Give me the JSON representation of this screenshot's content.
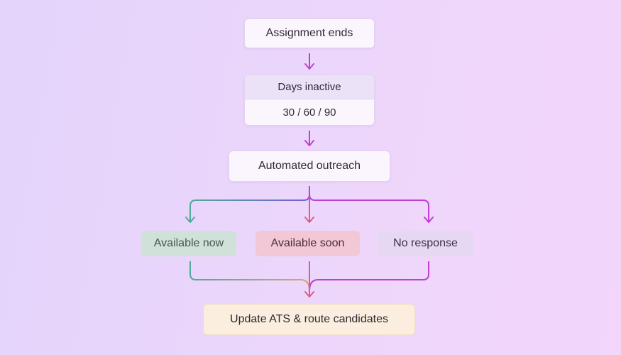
{
  "diagram": {
    "nodes": {
      "assignment_ends": "Assignment ends",
      "days_inactive_title": "Days inactive",
      "days_inactive_values": "30 / 60 / 90",
      "automated_outreach": "Automated outreach",
      "available_now": "Available now",
      "available_soon": "Available soon",
      "no_response": "No response",
      "update_ats": "Update ATS & route candidates"
    },
    "colors": {
      "purple_edge": "#c13ed6",
      "teal_edge": "#4faa98",
      "pink_edge": "#e05a86",
      "available_now_fill": "#cfe1d8",
      "available_soon_fill": "#f2c7d6",
      "no_response_fill": "#e6d8f2",
      "update_fill": "#fbeede"
    }
  }
}
